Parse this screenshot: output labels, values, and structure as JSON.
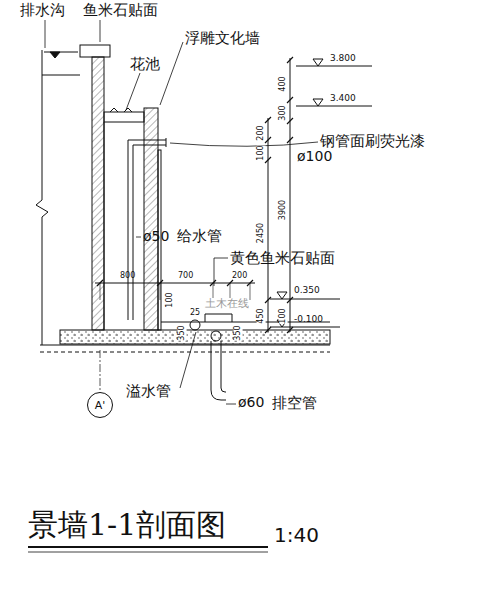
{
  "diagram": {
    "title": "景墙1-1剖面图",
    "nodes": [
      {
        "text": [
          "A'"
        ]
      }
    ],
    "labels": [
      "排水沟",
      "鱼米石贴面",
      "浮雕文化墙",
      "花池",
      "3.800",
      "400",
      "300",
      "3.400",
      "200",
      "100",
      "ø100",
      "钢管面刷荧光漆",
      "3900",
      "ø50",
      "给水管",
      "2450",
      "黄色鱼米石贴面",
      "800",
      "700",
      "200",
      "0.350",
      "100",
      "-0.100",
      "350",
      "25",
      "350",
      "450",
      "100",
      "溢水管",
      "ø60",
      "排空管",
      "土木在线",
      "1:40"
    ]
  }
}
